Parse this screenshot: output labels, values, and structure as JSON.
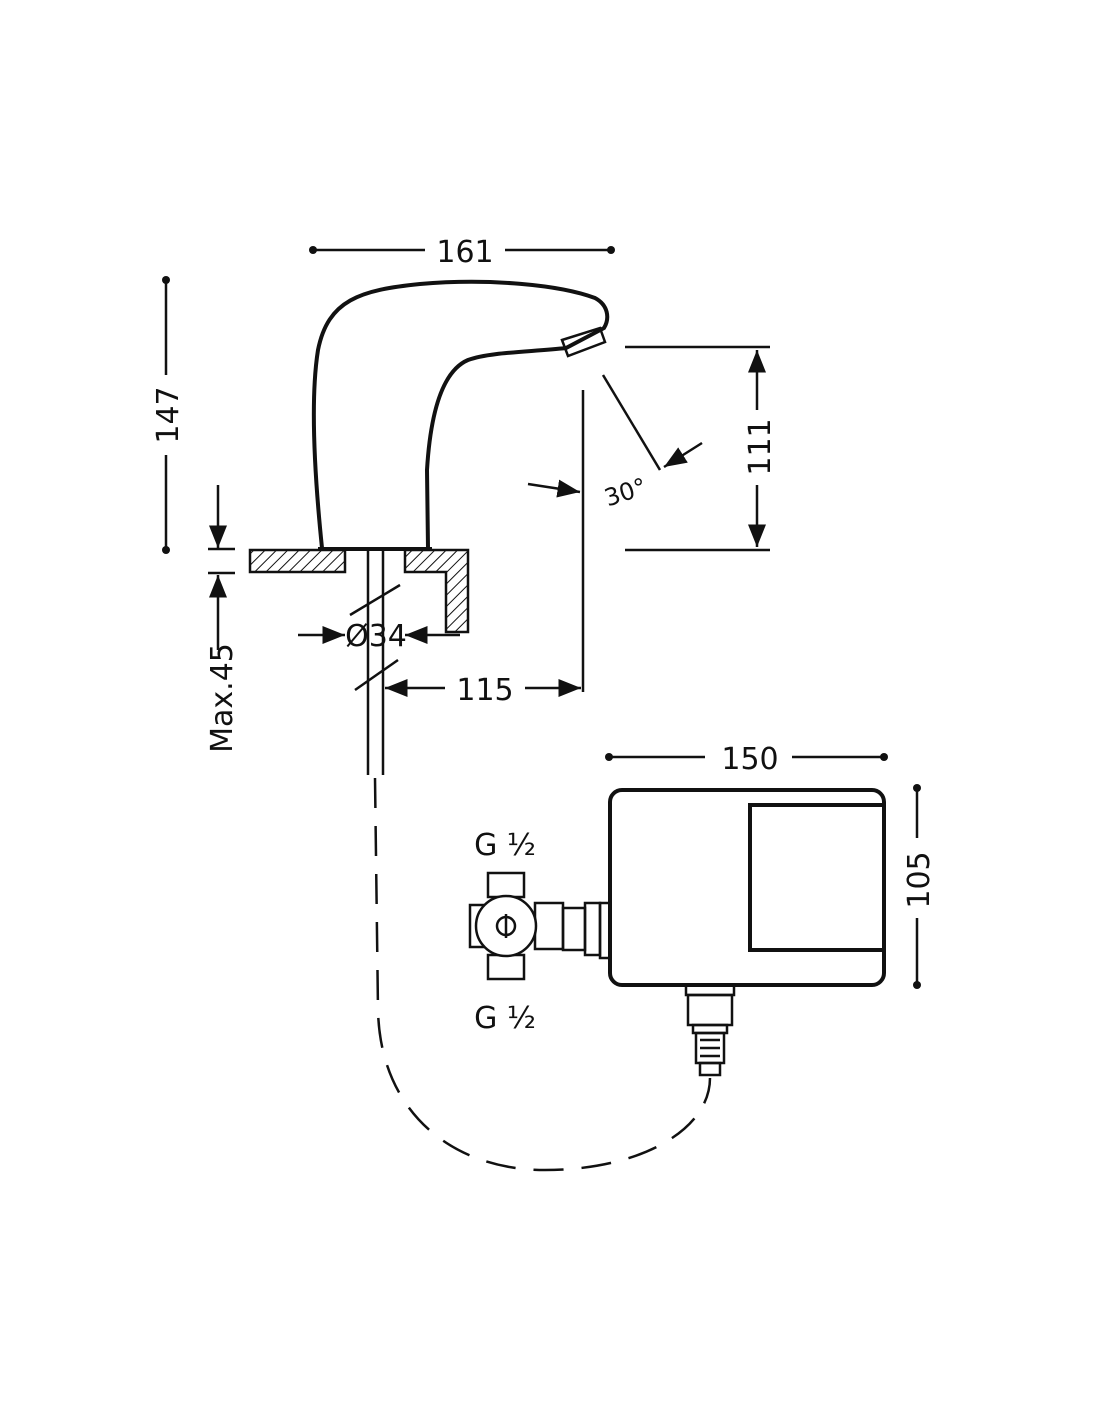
{
  "dimensions": {
    "faucet_width": "161",
    "faucet_height": "147",
    "spout_height": "111",
    "spray_angle": "30°",
    "hole_diameter": "Ø34",
    "spout_reach": "115",
    "max_deck_thickness": "Max.45",
    "box_width": "150",
    "box_height": "105",
    "thread_top": "G ½",
    "thread_bottom": "G ½"
  }
}
